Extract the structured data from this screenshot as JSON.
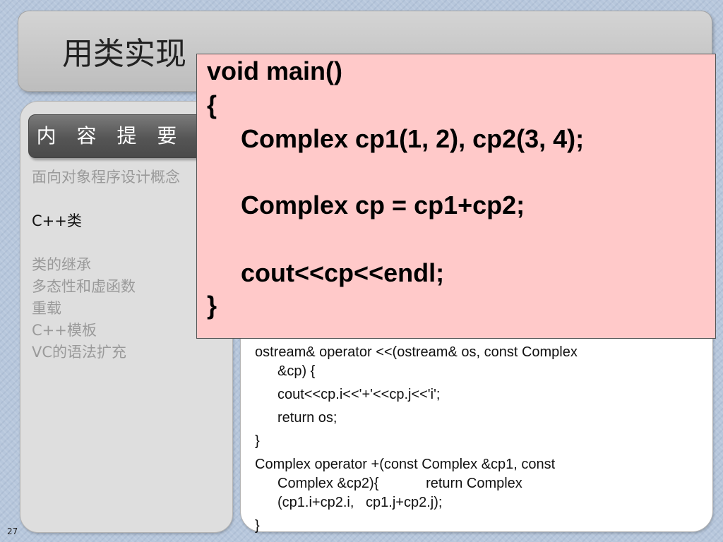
{
  "slide": {
    "title": "用类实现",
    "page_number": "27"
  },
  "toc": {
    "header": "内 容 提 要",
    "items": [
      {
        "label": "面向对象程序设计概念",
        "active": false
      },
      {
        "label": "C++类",
        "active": true
      },
      {
        "label": "类的继承",
        "active": false
      },
      {
        "label": "多态性和虚函数",
        "active": false
      },
      {
        "label": "重载",
        "active": false
      },
      {
        "label": "C++模板",
        "active": false
      },
      {
        "label": "VC的语法扩充",
        "active": false
      }
    ]
  },
  "code": {
    "lines": [
      "ostream& operator <<(ostream& os, const Complex",
      "&cp) {",
      "cout<<cp.i<<'+'<<cp.j<<'i';",
      "return os;",
      "}",
      "Complex operator +(const Complex &cp1, const",
      "Complex &cp2){            return Complex",
      "(cp1.i+cp2.i,   cp1.j+cp2.j);",
      "}"
    ]
  },
  "popup": {
    "lines": [
      "void main()",
      "{",
      "Complex cp1(1, 2), cp2(3, 4);",
      "Complex cp = cp1+cp2;",
      "cout<<cp<<endl;",
      "}"
    ],
    "background": "#ffc9c9"
  }
}
